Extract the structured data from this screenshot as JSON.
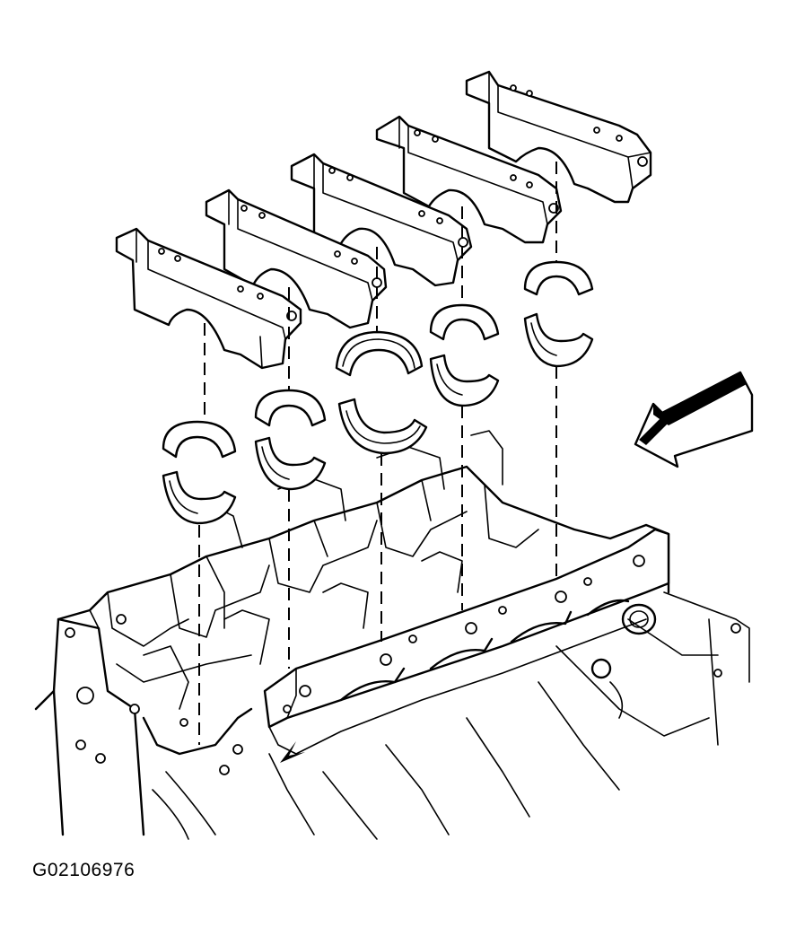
{
  "figure": {
    "id_label": "G02106976"
  },
  "colors": {
    "line": "#000000",
    "background": "#ffffff"
  },
  "parts": {
    "caps": [
      "cap-1",
      "cap-2",
      "cap-3",
      "cap-4",
      "cap-5"
    ],
    "bearing_pairs": [
      "bearing-1",
      "bearing-2",
      "bearing-3",
      "bearing-4",
      "bearing-5"
    ],
    "direction_arrow": "front-arrow-icon"
  }
}
